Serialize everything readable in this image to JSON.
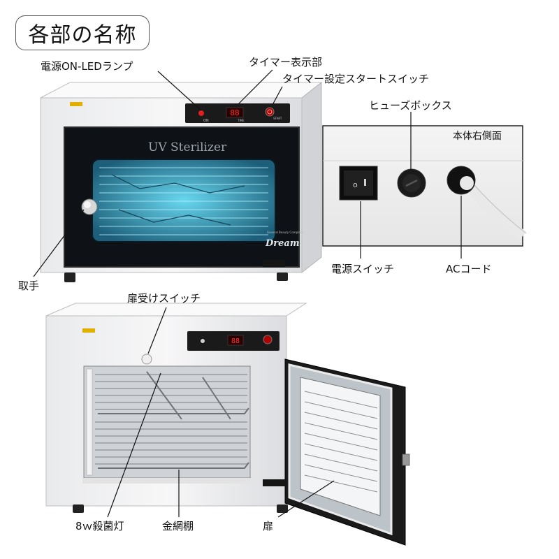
{
  "title": "各部の名称",
  "labels": {
    "power_led": "電源ON-LEDランプ",
    "timer_display": "タイマー表示部",
    "timer_start": "タイマー設定スタートスイッチ",
    "fuse_box": "ヒューズボックス",
    "right_side": "本体右側面",
    "handle": "取手",
    "power_switch": "電源スイッチ",
    "ac_cord": "ACコード",
    "door_switch": "扉受けスイッチ",
    "lamp": "8ｗ殺菌灯",
    "rack": "金網棚",
    "door": "扉"
  },
  "product": {
    "window_text": "UV Sterilizer",
    "brand_small": "General Beauty Complete",
    "brand_logo": "Dream",
    "panel_on": "ON",
    "panel_time": "TIME",
    "panel_start": "START",
    "timer_digits": "88"
  }
}
